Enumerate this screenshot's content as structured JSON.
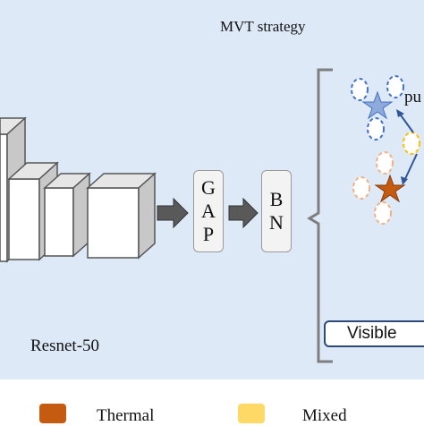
{
  "header": {
    "title": "MVT strategy"
  },
  "backbone": {
    "label": "Resnet-50"
  },
  "gap": {
    "letters": [
      "G",
      "A",
      "P"
    ]
  },
  "bn": {
    "letters": [
      "B",
      "N"
    ]
  },
  "embedding": {
    "partial_label": "pu",
    "visible_label": "Visible"
  },
  "legend": {
    "items": [
      {
        "label": "Thermal",
        "color": "#c55a11"
      },
      {
        "label": "Mixed",
        "color": "#ffd966"
      }
    ]
  },
  "colors": {
    "background": "#dde9f7",
    "visible": "#4472c4",
    "thermal": "#c55a11",
    "mixed": "#ffd966",
    "bracket": "#7f7f7f"
  }
}
